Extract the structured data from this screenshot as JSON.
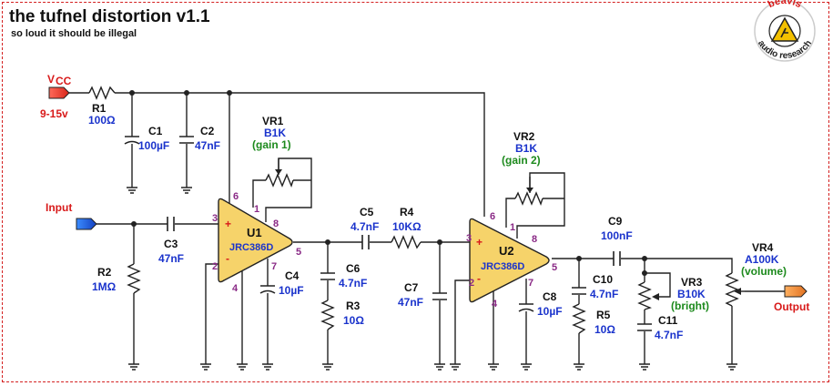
{
  "title": "the tufnel distortion v1.1",
  "subtitle": "so loud it should be illegal",
  "logo": {
    "text_top": "beavis",
    "text_bottom": "audio research"
  },
  "vcc": {
    "label": "V",
    "sub": "CC",
    "range": "9-15v"
  },
  "input_label": "Input",
  "output_label": "Output",
  "components": {
    "R1": {
      "name": "R1",
      "value": "100Ω"
    },
    "C1": {
      "name": "C1",
      "value": "100µF"
    },
    "C2": {
      "name": "C2",
      "value": "47nF"
    },
    "VR1": {
      "name": "VR1",
      "value": "B1K",
      "desc": "(gain 1)"
    },
    "C3": {
      "name": "C3",
      "value": "47nF"
    },
    "R2": {
      "name": "R2",
      "value": "1MΩ"
    },
    "U1": {
      "name": "U1",
      "type": "JRC386D"
    },
    "C4": {
      "name": "C4",
      "value": "10µF"
    },
    "C5": {
      "name": "C5",
      "value": "4.7nF"
    },
    "R4": {
      "name": "R4",
      "value": "10KΩ"
    },
    "C6": {
      "name": "C6",
      "value": "4.7nF"
    },
    "R3": {
      "name": "R3",
      "value": "10Ω"
    },
    "C7": {
      "name": "C7",
      "value": "47nF"
    },
    "VR2": {
      "name": "VR2",
      "value": "B1K",
      "desc": "(gain 2)"
    },
    "U2": {
      "name": "U2",
      "type": "JRC386D"
    },
    "C8": {
      "name": "C8",
      "value": "10µF"
    },
    "C9": {
      "name": "C9",
      "value": "100nF"
    },
    "C10": {
      "name": "C10",
      "value": "4.7nF"
    },
    "R5": {
      "name": "R5",
      "value": "10Ω"
    },
    "VR3": {
      "name": "VR3",
      "value": "B10K",
      "desc": "(bright)"
    },
    "C11": {
      "name": "C11",
      "value": "4.7nF"
    },
    "VR4": {
      "name": "VR4",
      "value": "A100K",
      "desc": "(volume)"
    }
  },
  "pins": {
    "u1": {
      "p1": "1",
      "p2": "2",
      "p3": "3",
      "p4": "4",
      "p5": "5",
      "p6": "6",
      "p7": "7",
      "p8": "8"
    },
    "u2": {
      "p1": "1",
      "p2": "2",
      "p3": "3",
      "p4": "4",
      "p5": "5",
      "p6": "6",
      "p7": "7",
      "p8": "8"
    },
    "plus": "+",
    "minus": "-"
  },
  "colors": {
    "wire": "#222222",
    "label_blue": "#1a33cc",
    "label_green": "#1d8a1d",
    "label_red": "#d81a1a",
    "opamp_fill": "#f6d36a",
    "pin_purple": "#8a2a86",
    "frame_red": "#d42020"
  }
}
